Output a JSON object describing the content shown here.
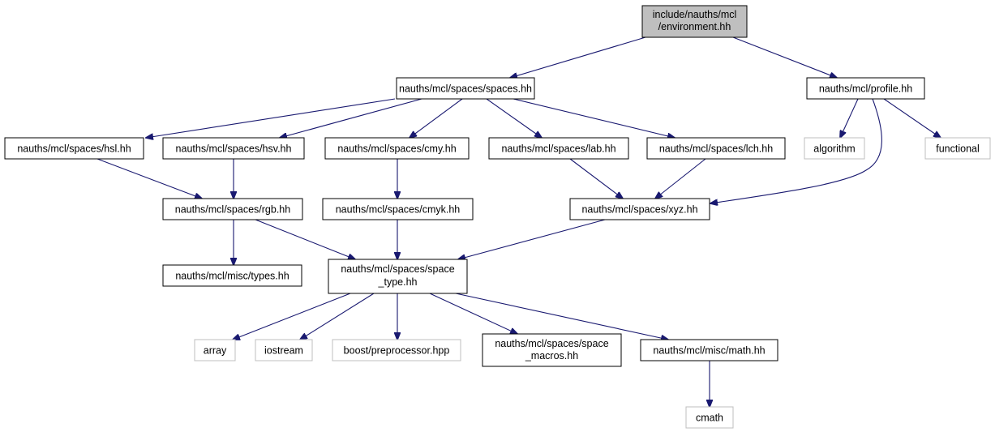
{
  "colors": {
    "edge": "#191970",
    "root_fill": "#bfbfbf",
    "node_border": "#000000",
    "external_border": "#bfbfbf"
  },
  "nodes": {
    "root": [
      "include/nauths/mcl",
      "/environment.hh"
    ],
    "spaces": [
      "nauths/mcl/spaces/spaces.hh"
    ],
    "profile": [
      "nauths/mcl/profile.hh"
    ],
    "hsl": [
      "nauths/mcl/spaces/hsl.hh"
    ],
    "hsv": [
      "nauths/mcl/spaces/hsv.hh"
    ],
    "cmy": [
      "nauths/mcl/spaces/cmy.hh"
    ],
    "lab": [
      "nauths/mcl/spaces/lab.hh"
    ],
    "lch": [
      "nauths/mcl/spaces/lch.hh"
    ],
    "algorithm": [
      "algorithm"
    ],
    "functional": [
      "functional"
    ],
    "rgb": [
      "nauths/mcl/spaces/rgb.hh"
    ],
    "cmyk": [
      "nauths/mcl/spaces/cmyk.hh"
    ],
    "xyz": [
      "nauths/mcl/spaces/xyz.hh"
    ],
    "types": [
      "nauths/mcl/misc/types.hh"
    ],
    "space_type": [
      "nauths/mcl/spaces/space",
      "_type.hh"
    ],
    "array": [
      "array"
    ],
    "iostream": [
      "iostream"
    ],
    "boost": [
      "boost/preprocessor.hpp"
    ],
    "space_macros": [
      "nauths/mcl/spaces/space",
      "_macros.hh"
    ],
    "math": [
      "nauths/mcl/misc/math.hh"
    ],
    "cmath": [
      "cmath"
    ]
  }
}
